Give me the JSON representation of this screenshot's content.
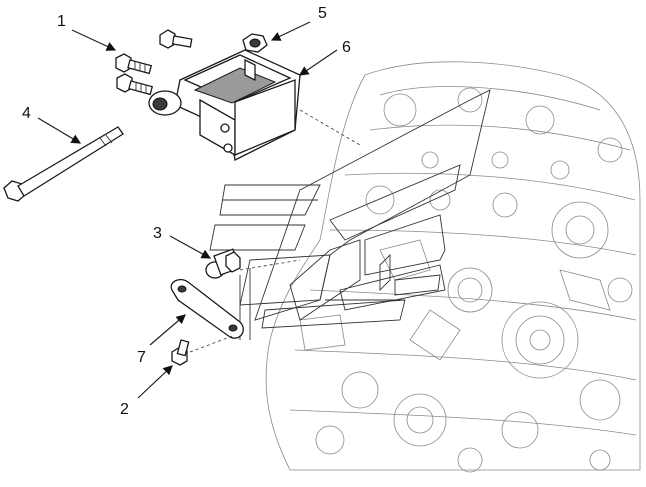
{
  "callouts": {
    "c1": "1",
    "c2": "2",
    "c3": "3",
    "c4": "4",
    "c5": "5",
    "c6": "6",
    "c7": "7"
  },
  "colors": {
    "ink": "#1a1a1a",
    "engine_line": "#8a8a8a",
    "background": "#ffffff"
  }
}
